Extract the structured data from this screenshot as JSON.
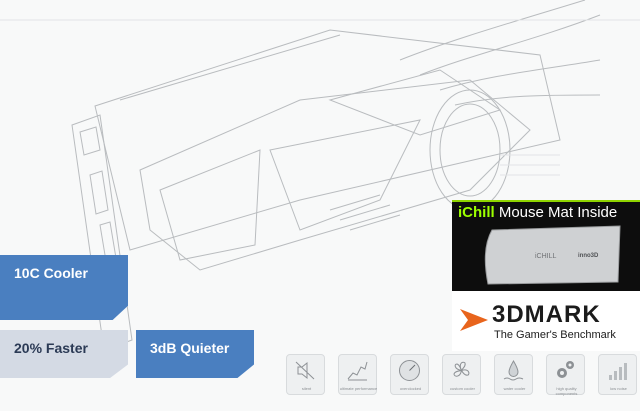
{
  "badges": {
    "cooler": "10C Cooler",
    "faster": "20% Faster",
    "quieter": "3dB Quieter"
  },
  "mouse_mat": {
    "title_brand": "iChill",
    "title_rest": "Mouse Mat Inside",
    "mat_label": "iCHILL",
    "mat_right_label": "inno3D"
  },
  "benchmark": {
    "logo": "3DMARK",
    "subtitle": "The Gamer's Benchmark"
  },
  "features": [
    {
      "icon": "silent-speaker-icon",
      "caption": "silent"
    },
    {
      "icon": "performance-graph-icon",
      "caption": "ultimate performance"
    },
    {
      "icon": "overclock-gauge-icon",
      "caption": "overclocked"
    },
    {
      "icon": "fan-icon",
      "caption": "custom cooler"
    },
    {
      "icon": "water-drop-icon",
      "caption": "water cooler"
    },
    {
      "icon": "gears-icon",
      "caption": "high quality components"
    },
    {
      "icon": "bar-chart-icon",
      "caption": "low noise"
    }
  ],
  "colors": {
    "badge_blue": "#4a7fc0",
    "badge_grey": "#d4dae4",
    "accent_green": "#9cff00",
    "logo_orange": "#e8641c"
  }
}
